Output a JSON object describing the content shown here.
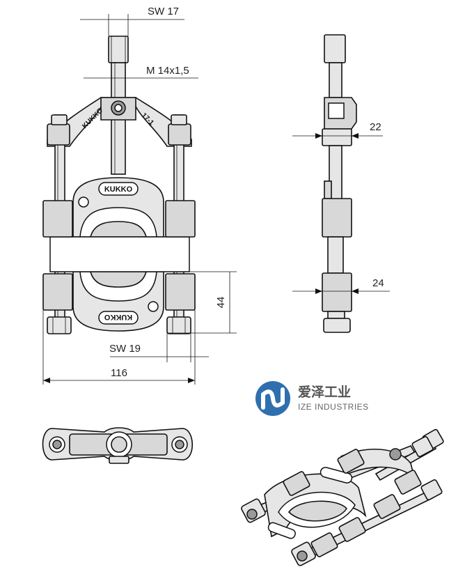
{
  "dimensions": {
    "sw_top": "SW 17",
    "thread": "M 14x1,5",
    "width_22": "22",
    "width_24": "24",
    "height_44": "44",
    "sw_bottom": "SW 19",
    "overall_116": "116"
  },
  "engravings": {
    "brand": "KUKKO",
    "model": "17-1"
  },
  "logo": {
    "chinese": "爱泽工业",
    "english": "IZE INDUSTRIES",
    "accent_color": "#2f6fae"
  }
}
